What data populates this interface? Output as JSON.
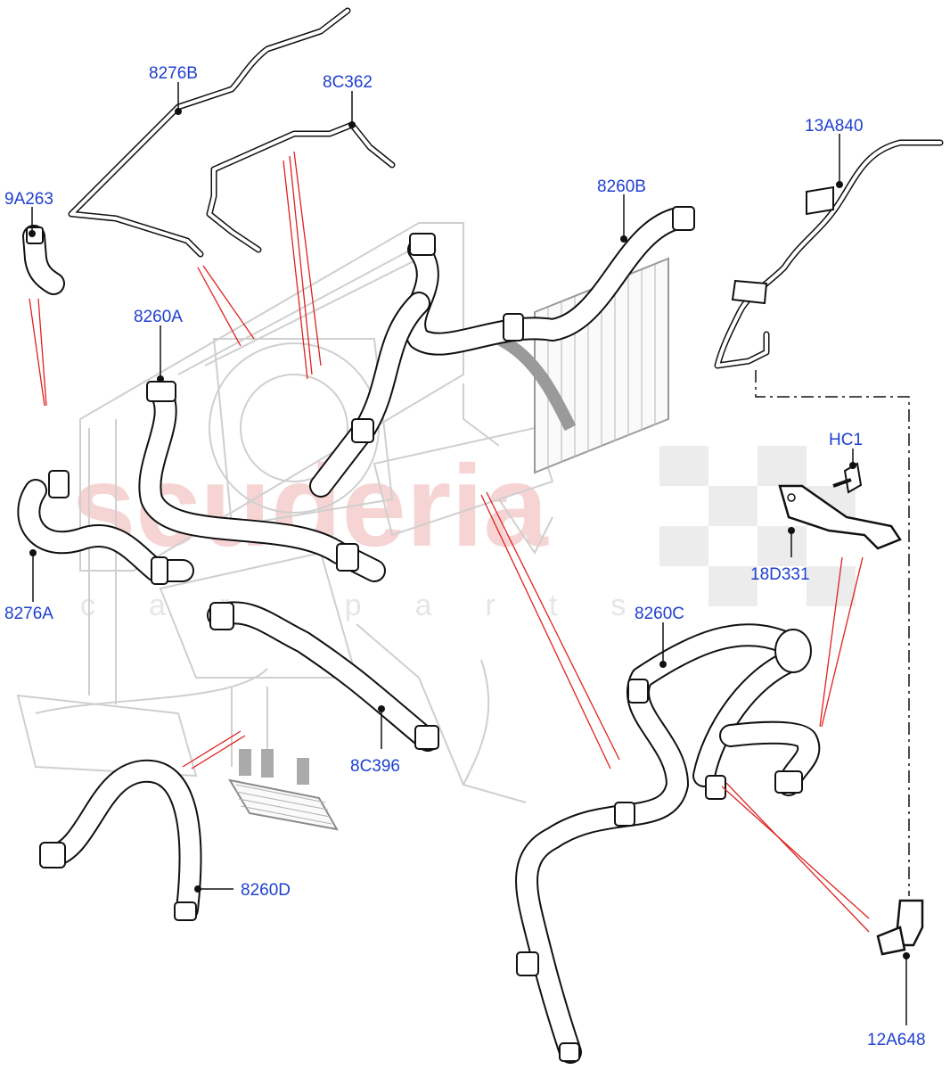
{
  "labels": {
    "l_8276B": "8276B",
    "l_8C362": "8C362",
    "l_9A263": "9A263",
    "l_13A840": "13A840",
    "l_8260B": "8260B",
    "l_8260A": "8260A",
    "l_HC1": "HC1",
    "l_18D331": "18D331",
    "l_8276A": "8276A",
    "l_8260C": "8260C",
    "l_8C396": "8C396",
    "l_8260D": "8260D",
    "l_12A648": "12A648"
  },
  "watermark": {
    "brand": "scuderia",
    "sub": "car parts"
  },
  "colors": {
    "label": "#1f3fcf",
    "callout_line": "#e0201f",
    "hose": "#111111",
    "context_outline": "#cfcfcf",
    "watermark": "#f4c6c6"
  }
}
